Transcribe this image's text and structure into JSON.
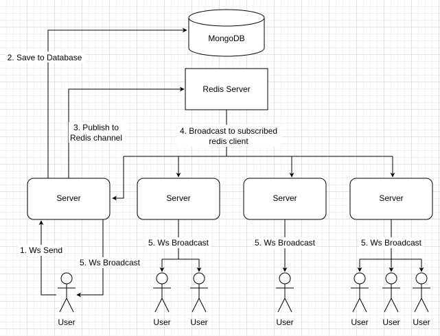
{
  "nodes": {
    "mongodb": "MongoDB",
    "redis": "Redis Server",
    "server1": "Server",
    "server2": "Server",
    "server3": "Server",
    "server4": "Server"
  },
  "edge_labels": {
    "save_to_db": "2. Save to Database",
    "publish_line1": "3. Publish to",
    "publish_line2": "Redis channel",
    "broadcast_sub_line1": "4. Broadcast to subscribed",
    "broadcast_sub_line2": "redis client",
    "ws_send": "1. Ws Send",
    "ws_broadcast_1": "5. Ws Broadcast",
    "ws_broadcast_2": "5. Ws Broadcast",
    "ws_broadcast_3": "5. Ws Broadcast",
    "ws_broadcast_4": "5. Ws Broadcast"
  },
  "users": [
    "User",
    "User",
    "User",
    "User",
    "User",
    "User",
    "User"
  ]
}
